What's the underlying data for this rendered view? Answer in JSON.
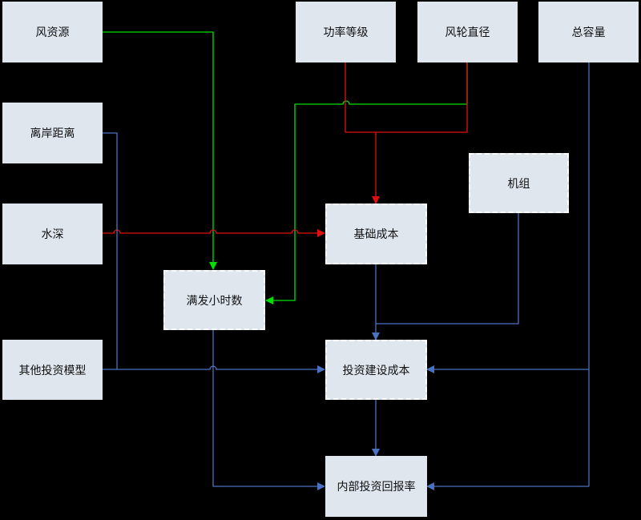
{
  "nodes": {
    "wind_resource": "风资源",
    "power_rating": "功率等级",
    "rotor_diameter": "风轮直径",
    "total_capacity": "总容量",
    "offshore_distance": "离岸距离",
    "turbine_unit": "机组",
    "water_depth": "水深",
    "foundation_cost": "基础成本",
    "full_load_hours": "满发小时数",
    "other_investment_model": "其他投资模型",
    "construction_cost": "投资建设成本",
    "irr": "内部投资回报率"
  },
  "colors": {
    "green": "#00e000",
    "red": "#e01010",
    "blue": "#4a72c0",
    "box": "#dfe6ee"
  }
}
